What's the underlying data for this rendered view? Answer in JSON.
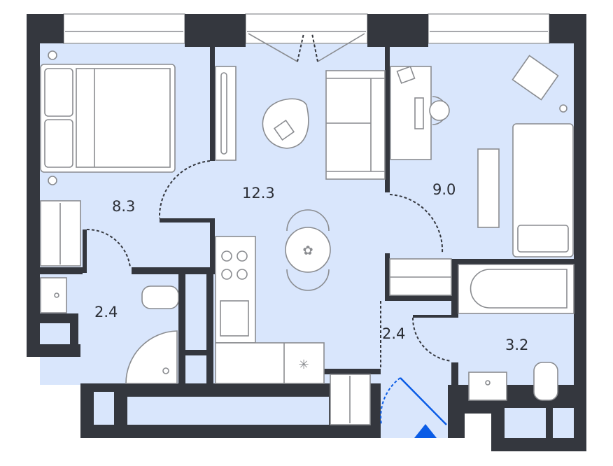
{
  "plan": {
    "rooms": [
      {
        "id": "bedroom",
        "area": "8.3"
      },
      {
        "id": "living-kitchen",
        "area": "12.3"
      },
      {
        "id": "bedroom-2",
        "area": "9.0"
      },
      {
        "id": "bathroom-1",
        "area": "2.4"
      },
      {
        "id": "hallway",
        "area": "2.4"
      },
      {
        "id": "bathroom-2",
        "area": "3.2"
      }
    ],
    "colors": {
      "wall": "#34373e",
      "floor": "#d9e6fc",
      "entrance": "#0a5ce6"
    }
  }
}
